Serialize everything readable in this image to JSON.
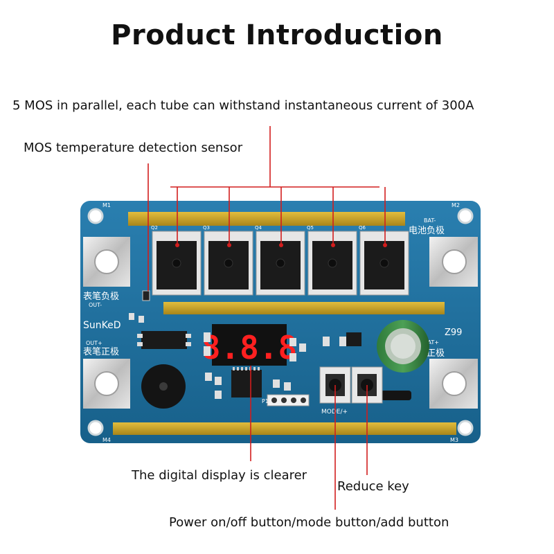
{
  "title": "Product Introduction",
  "captions": {
    "mos_parallel": "5 MOS in parallel, each tube can withstand instantaneous current of 300A",
    "temp_sensor": "MOS temperature detection sensor",
    "display": "The digital display is clearer",
    "reduce_key": "Reduce key",
    "power_mode_add": "Power on/off button/mode button/add button"
  },
  "board": {
    "brand": "SunKeD",
    "model": "Z99",
    "display_digits": "8.8.8",
    "corner_labels": [
      "M1",
      "M2",
      "M3",
      "M4"
    ],
    "mos_labels": [
      "Q2",
      "Q3",
      "Q4",
      "Q5",
      "Q6"
    ],
    "pin_header_label": "P1",
    "button_label": "MODE/+",
    "pad_labels": {
      "bat_minus_code": "BAT-",
      "bat_minus_cn": "电池负极",
      "bat_plus_code": "BAT+",
      "bat_plus_cn": "电池正极",
      "out_minus_cn": "表笔负极",
      "out_minus_code": "OUT-",
      "out_plus_code": "OUT+",
      "out_plus_cn": "表笔正极"
    }
  },
  "colors": {
    "pcb": "#1f6f9a",
    "copper_bar": "#c9a227",
    "callout_line": "#d21d1d",
    "display_segment": "#ff2020"
  }
}
